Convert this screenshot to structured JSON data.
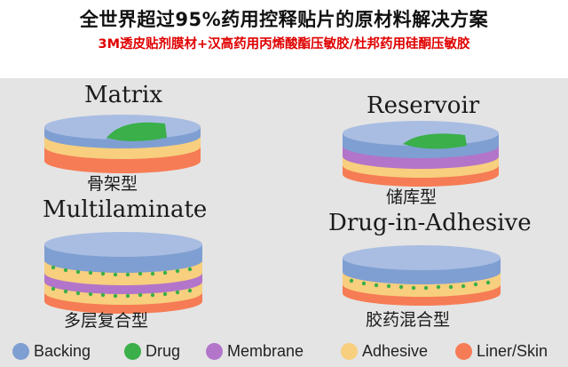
{
  "header": {
    "title": "全世界超过95%药用控释贴片的原材料解决方案",
    "subtitle": "3M透皮贴剂膜材+汉高药用丙烯酸酯压敏胶/杜邦药用硅酮压敏胶"
  },
  "cards": [
    {
      "id": "matrix",
      "title": "Matrix",
      "label": "骨架型"
    },
    {
      "id": "reservoir",
      "title": "Reservoir",
      "label": "储库型"
    },
    {
      "id": "multilaminate",
      "title": "Multilaminate",
      "label": "多层复合型"
    },
    {
      "id": "drug-in-adhesive",
      "title": "Drug-in-Adhesive",
      "label": "胶药混合型"
    }
  ],
  "legend": [
    {
      "label": "Backing",
      "color": "#7f9fd2"
    },
    {
      "label": "Drug",
      "color": "#3aaf4a"
    },
    {
      "label": "Membrane",
      "color": "#b275c9"
    },
    {
      "label": "Adhesive",
      "color": "#f7cf7e"
    },
    {
      "label": "Liner/Skin",
      "color": "#f67c55"
    }
  ],
  "colors": {
    "backing": "#7f9fd2",
    "backing_top": "#a9bde2",
    "drug": "#3aaf4a",
    "membrane": "#b275c9",
    "adhesive": "#f7cf7e",
    "liner": "#f67c55",
    "dots": "#3aaf4a"
  }
}
